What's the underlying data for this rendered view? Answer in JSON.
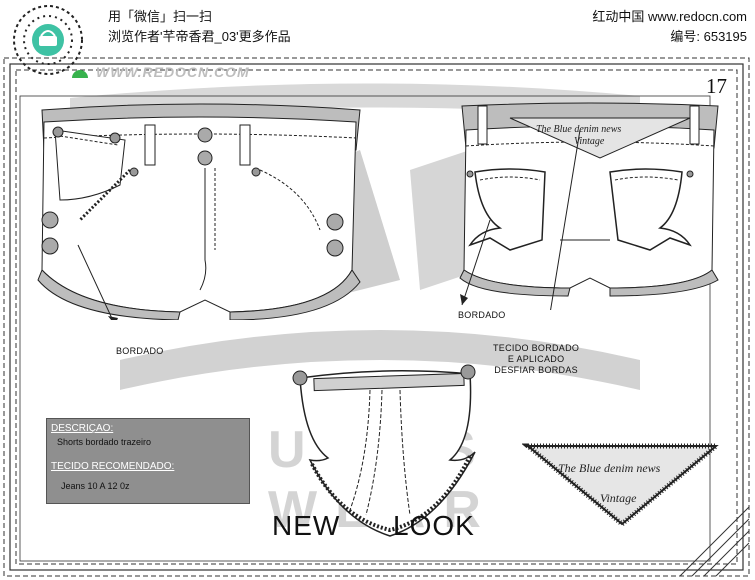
{
  "header": {
    "scan_line": "用「微信」扫一扫",
    "browse_line": "浏览作者'芊帝香君_03'更多作品",
    "site_line": "红动中国 www.redocn.com",
    "id_line": "编号: 653195"
  },
  "watermark": {
    "url": "WWW.REDOCN.COM",
    "bg_text": "U S S WEAR"
  },
  "page_number": "17",
  "labels": {
    "bordado_front": "BORDADO",
    "bordado_back": "BORDADO",
    "tecido_l1": "TECIDO BORDADO",
    "tecido_l2": "E APLICADO",
    "tecido_l3": "DESFIAR BORDAS"
  },
  "patch": {
    "line1": "The Blue denim news",
    "line2": "Vintage"
  },
  "description": {
    "heading": "DESCRIÇAO:",
    "value": "Shorts bordado trazeiro",
    "fabric_heading": "TECIDO RECOMENDADO:",
    "fabric_value": "Jeans 10 A 12 0z"
  },
  "footer_text": "NEW      LOOK",
  "colors": {
    "panel_gray": "#8f8f8f",
    "shadow_gray": "#bdbdbd",
    "watermark_gray": "#cfcfcf"
  }
}
